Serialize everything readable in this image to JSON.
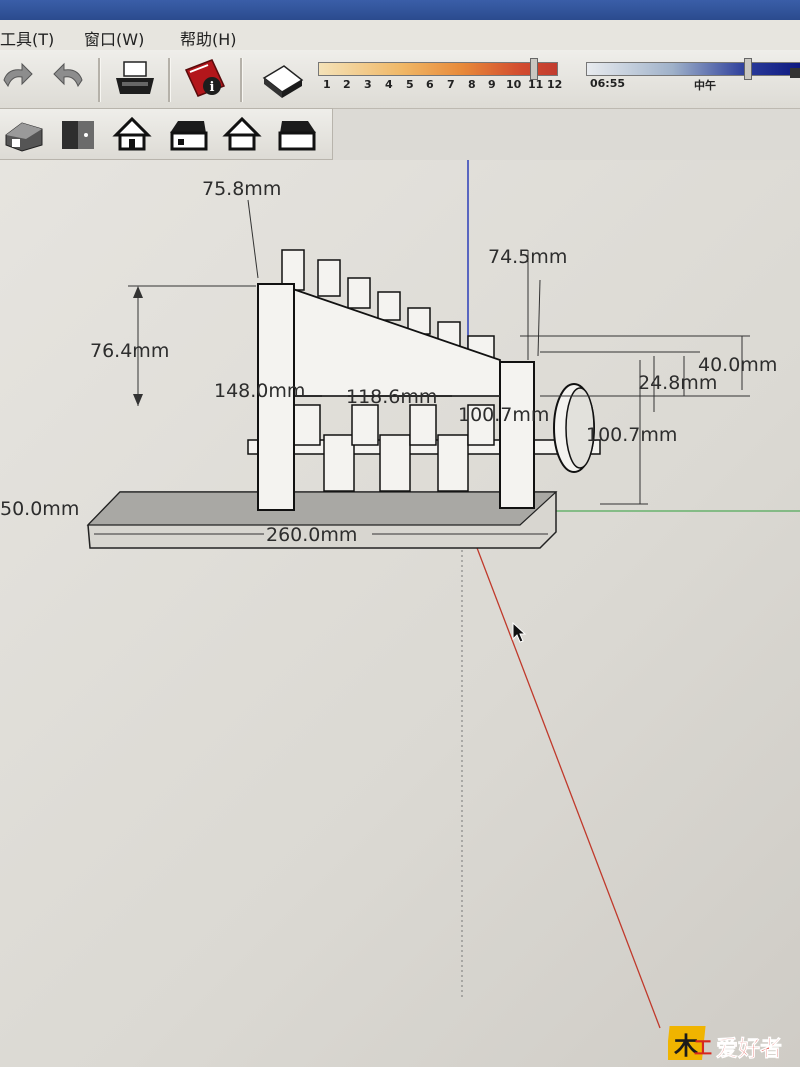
{
  "menu": {
    "tools": "工具(T)",
    "window": "窗口(W)",
    "help": "帮助(H)"
  },
  "shadow_slider": {
    "ticks": [
      "1",
      "2",
      "3",
      "4",
      "5",
      "6",
      "7",
      "8",
      "9",
      "10",
      "11",
      "12"
    ],
    "time_start": "06:55",
    "time_mid": "中午"
  },
  "dimensions": {
    "d1": "75.8mm",
    "d2": "74.5mm",
    "d3": "76.4mm",
    "d4": "40.0mm",
    "d5": "24.8mm",
    "d6": "148.0mm",
    "d7": "118.6mm",
    "d8": "100.7mm",
    "d9": "100.7mm",
    "d10": "50.0mm",
    "d11": "260.0mm"
  },
  "watermark": {
    "text": "爱好者"
  },
  "colors": {
    "axis_red": "#c0392b",
    "axis_green": "#2e9e3a",
    "axis_blue": "#2c3fb8",
    "model_face": "#f4f3f0",
    "base_top": "#a9a8a4"
  }
}
